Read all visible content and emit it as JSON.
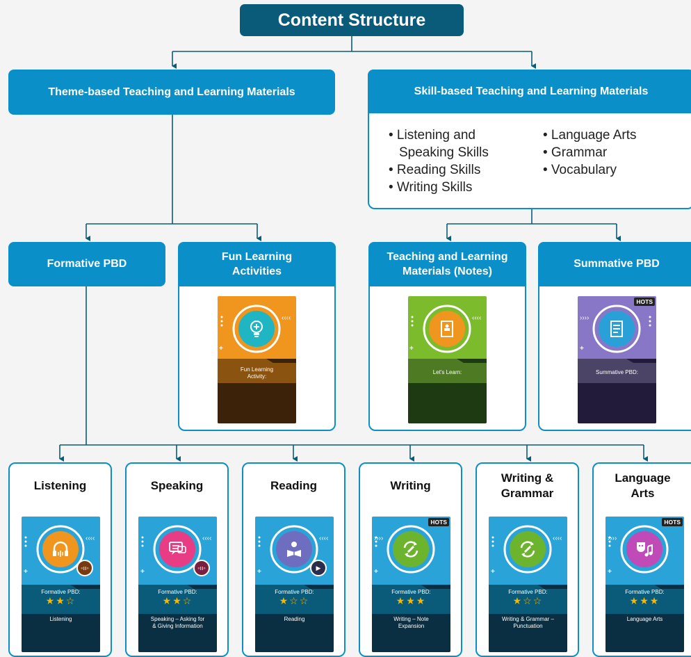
{
  "title": "Content Structure",
  "theme_based": {
    "label": "Theme-based Teaching and Learning Materials"
  },
  "skill_based": {
    "label": "Skill-based Teaching and Learning Materials",
    "items_left": [
      "• Listening and",
      "  Speaking Skills",
      "• Reading Skills",
      "• Writing Skills"
    ],
    "items_right": [
      "• Language Arts",
      "• Grammar",
      "• Vocabulary"
    ]
  },
  "formative_pbd": {
    "label": "Formative PBD"
  },
  "fun_learning": {
    "label_l1": "Fun Learning",
    "label_l2": "Activities",
    "card_text_l1": "Fun Learning",
    "card_text_l2": "Activity:",
    "color": "#f0951e"
  },
  "tlm_notes": {
    "label_l1": "Teaching and Learning",
    "label_l2": "Materials (Notes)",
    "card_text": "Let's Learn:",
    "color": "#7cbc2c"
  },
  "summative": {
    "label": "Summative PBD",
    "card_text": "Summative PBD:",
    "badge": "HOTS",
    "color": "#8877c6"
  },
  "skills": [
    {
      "label_l1": "Listening",
      "label_l2": "",
      "pbd": "Formative PBD:",
      "stars": "★★☆",
      "text_l1": "Listening",
      "text_l2": "",
      "badge": "",
      "icon_name": "headphones-icon",
      "icon_color": "#f0951e"
    },
    {
      "label_l1": "Speaking",
      "label_l2": "",
      "pbd": "Formative PBD:",
      "stars": "★★☆",
      "text_l1": "Speaking – Asking for",
      "text_l2": "& Giving Information",
      "badge": "",
      "icon_name": "speech-bubble-icon",
      "icon_color": "#e83c84"
    },
    {
      "label_l1": "Reading",
      "label_l2": "",
      "pbd": "Formative PBD:",
      "stars": "★☆☆",
      "text_l1": "Reading",
      "text_l2": "",
      "badge": "",
      "icon_name": "reader-icon",
      "icon_color": "#6f6dc0"
    },
    {
      "label_l1": "Writing",
      "label_l2": "",
      "pbd": "Formative PBD:",
      "stars": "★★★",
      "text_l1": "Writing – Note",
      "text_l2": "Expansion",
      "badge": "HOTS",
      "icon_name": "cycle-pencil-icon",
      "icon_color": "#6cb42e"
    },
    {
      "label_l1": "Writing &",
      "label_l2": "Grammar",
      "pbd": "Formative PBD:",
      "stars": "★☆☆",
      "text_l1": "Writing & Grammar –",
      "text_l2": "Punctuation",
      "badge": "",
      "icon_name": "cycle-pencil-icon",
      "icon_color": "#6cb42e"
    },
    {
      "label_l1": "Language",
      "label_l2": "Arts",
      "pbd": "Formative PBD:",
      "stars": "★★★",
      "text_l1": "Language Arts",
      "text_l2": "",
      "badge": "HOTS",
      "icon_name": "theater-music-icon",
      "icon_color": "#c04ab8"
    }
  ]
}
